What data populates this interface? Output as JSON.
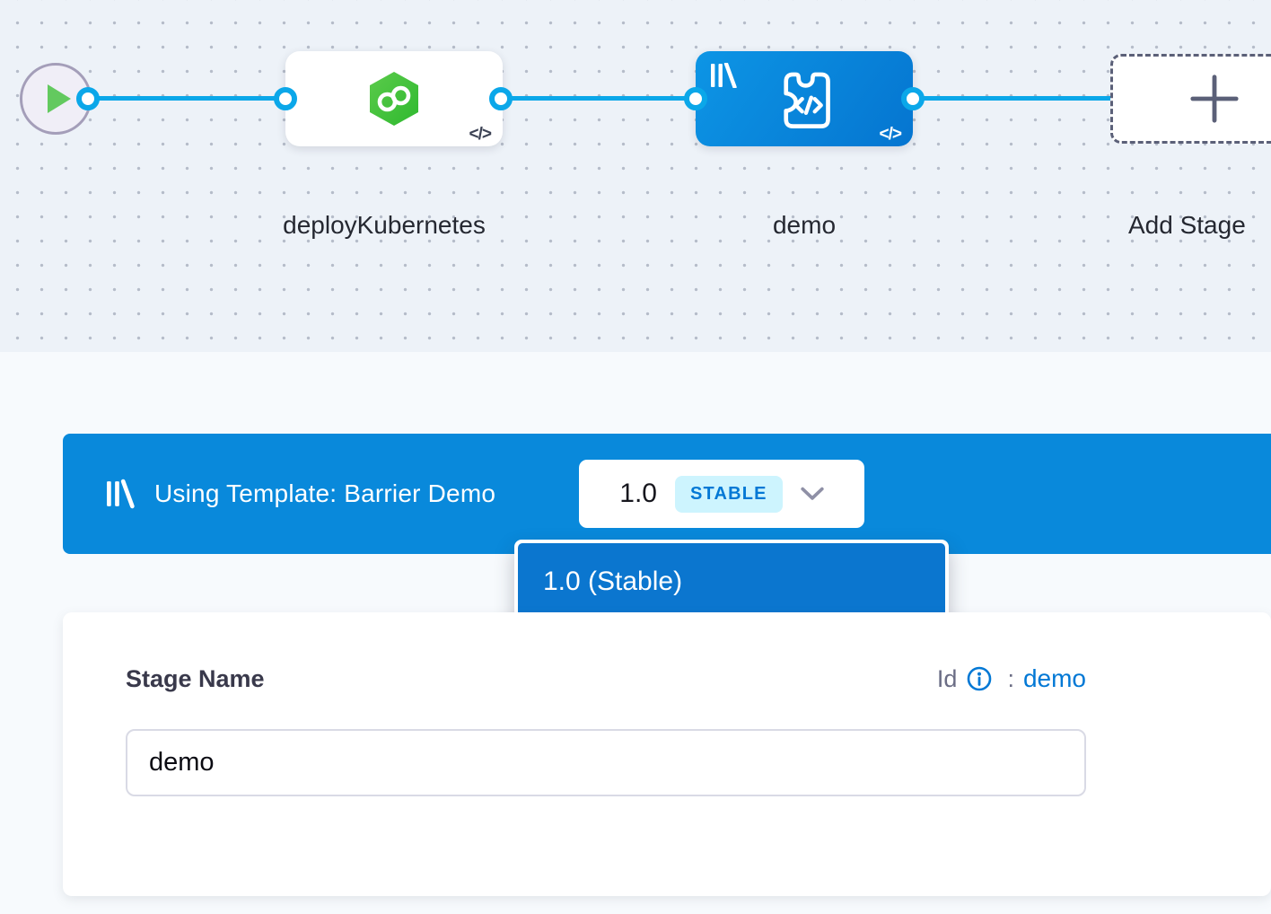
{
  "colors": {
    "accent_blue": "#0278D5",
    "banner_blue": "#0989DB",
    "menu_item_blue": "#0B76CF",
    "edge_blue": "#0BA7E9",
    "node_gradient_start": "#0D95E5",
    "node_gradient_end": "#0575D0",
    "hex_green": "#3EC33E",
    "badge_bg": "#CDF4FE",
    "canvas_bg": "#EDF2F8",
    "play_green": "#63C95F"
  },
  "canvas": {
    "stages": [
      {
        "label": "deployKubernetes",
        "icon": "infinity-hexagon-icon",
        "code_toggle": "</>"
      },
      {
        "label": "demo",
        "icon": "custom-stage-icon",
        "code_toggle": "</>"
      }
    ],
    "add_stage_label": "Add Stage"
  },
  "template_bar": {
    "label": "Using Template: Barrier Demo",
    "version": "1.0",
    "version_badge": "STABLE"
  },
  "version_menu": {
    "options": [
      {
        "label": "1.0 (Stable)",
        "selected": true
      }
    ]
  },
  "stage_form": {
    "name_label": "Stage Name",
    "id_label": "Id",
    "id_separator": ":",
    "id_value": "demo",
    "name_value": "demo"
  }
}
